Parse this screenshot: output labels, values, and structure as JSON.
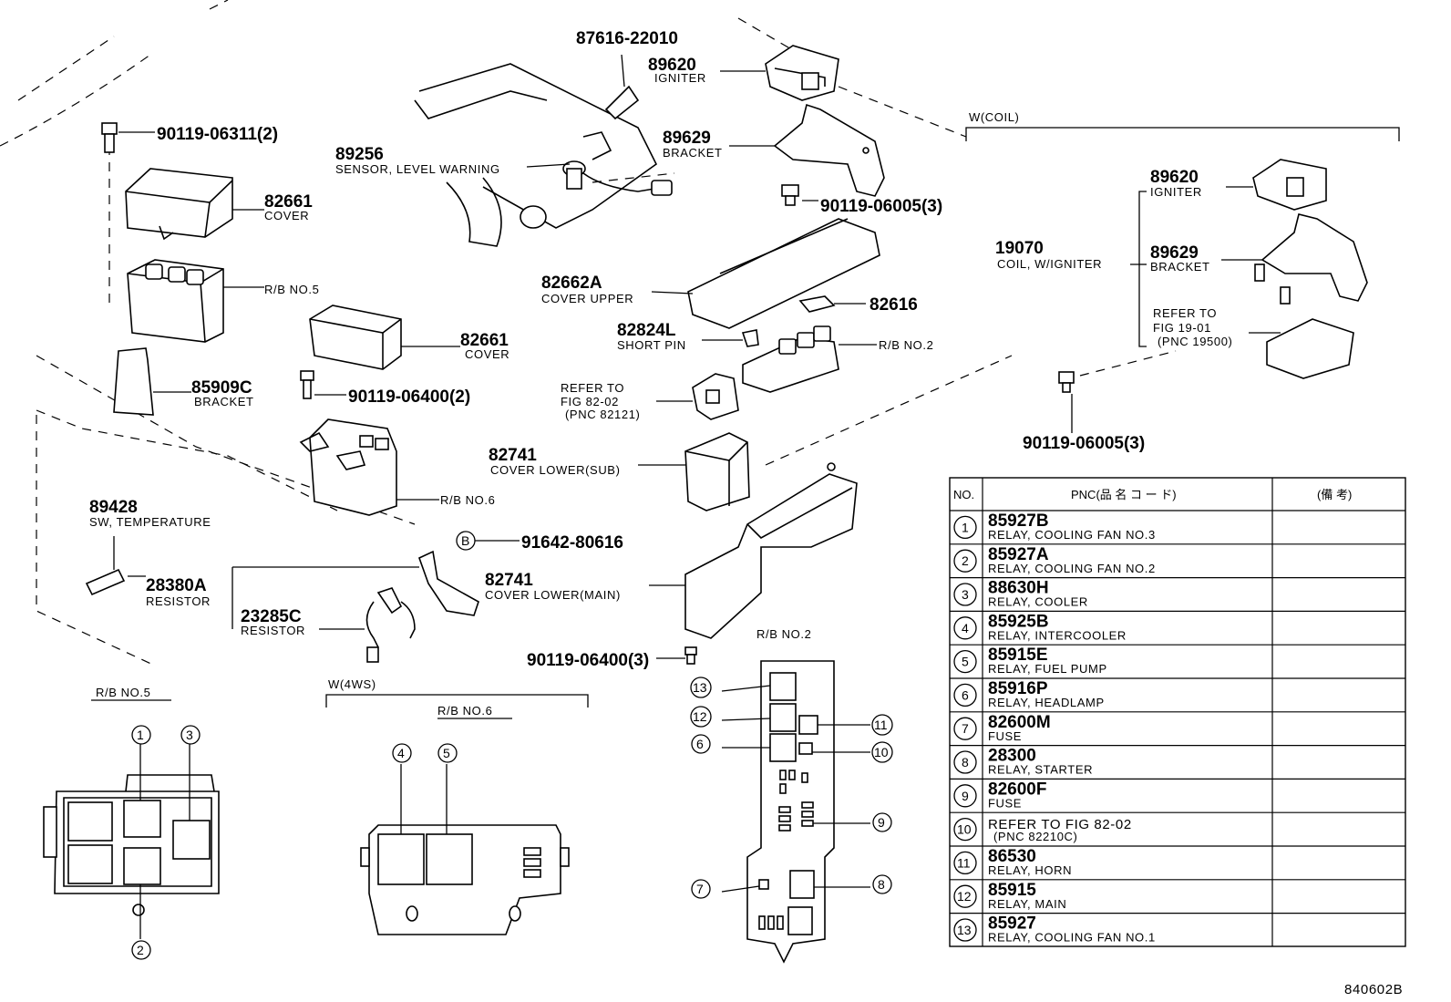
{
  "labels": {
    "p87616": "87616-22010",
    "p89620a": "89620",
    "p89620a_name": "IGNITER",
    "p89629a": "89629",
    "p89629a_name": "BRACKET",
    "p89256": "89256",
    "p89256_name": "SENSOR, LEVEL WARNING",
    "p90119_06311": "90119-06311(2)",
    "p82661a": "82661",
    "p82661a_name": "COVER",
    "rb5": "R/B NO.5",
    "p82661b": "82661",
    "p82661b_name": "COVER",
    "p90119_06400_2": "90119-06400(2)",
    "p85909c": "85909C",
    "p85909c_name": "BRACKET",
    "rb6": "R/B NO.6",
    "p89428": "89428",
    "p89428_name": "SW, TEMPERATURE",
    "p28380a": "28380A",
    "p28380a_name": "RESISTOR",
    "p23285c": "23285C",
    "p23285c_name": "RESISTOR",
    "p90119_06005_3a": "90119-06005(3)",
    "p82662a": "82662A",
    "p82662a_name": "COVER UPPER",
    "p82616": "82616",
    "p82824l": "82824L",
    "p82824l_name": "SHORT PIN",
    "rb2": "R/B NO.2",
    "refer1_l1": "REFER TO",
    "refer1_l2": "FIG 82-02",
    "refer1_l3": "(PNC 82121)",
    "p82741a": "82741",
    "p82741a_name": "COVER LOWER(SUB)",
    "b_mark": "B",
    "p91642": "91642-80616",
    "p82741b": "82741",
    "p82741b_name": "COVER LOWER(MAIN)",
    "p90119_06400_3": "90119-06400(3)",
    "wcoil": "W(COIL)",
    "p89620b": "89620",
    "p89620b_name": "IGNITER",
    "p19070": "19070",
    "p19070_name": "COIL, W/IGNITER",
    "p89629b": "89629",
    "p89629b_name": "BRACKET",
    "refer2_l1": "REFER TO",
    "refer2_l2": "FIG 19-01",
    "refer2_l3": "(PNC 19500)",
    "p90119_06005_3b": "90119-06005(3)",
    "w4ws": "W(4WS)",
    "detail_rb5": "R/B NO.5",
    "detail_rb6": "R/B NO.6",
    "detail_rb2": "R/B NO.2",
    "doc_id": "840602B"
  },
  "callouts": {
    "c1": "1",
    "c2": "2",
    "c3": "3",
    "c4": "4",
    "c5": "5",
    "c6": "6",
    "c7": "7",
    "c8": "8",
    "c9": "9",
    "c10": "10",
    "c11": "11",
    "c12": "12",
    "c13": "13"
  },
  "table": {
    "col_no": "NO.",
    "col_pnc": "PNC(品 名 コ ー ド)",
    "col_remark": "(備 考)",
    "rows": [
      {
        "no": "1",
        "pnc": "85927B",
        "name": "RELAY, COOLING FAN NO.3",
        "remark": ""
      },
      {
        "no": "2",
        "pnc": "85927A",
        "name": "RELAY, COOLING FAN NO.2",
        "remark": ""
      },
      {
        "no": "3",
        "pnc": "88630H",
        "name": "RELAY, COOLER",
        "remark": ""
      },
      {
        "no": "4",
        "pnc": "85925B",
        "name": "RELAY, INTERCOOLER",
        "remark": ""
      },
      {
        "no": "5",
        "pnc": "85915E",
        "name": "RELAY, FUEL PUMP",
        "remark": ""
      },
      {
        "no": "6",
        "pnc": "85916P",
        "name": "RELAY, HEADLAMP",
        "remark": ""
      },
      {
        "no": "7",
        "pnc": "82600M",
        "name": "FUSE",
        "remark": ""
      },
      {
        "no": "8",
        "pnc": "28300",
        "name": "RELAY, STARTER",
        "remark": ""
      },
      {
        "no": "9",
        "pnc": "82600F",
        "name": "FUSE",
        "remark": ""
      },
      {
        "no": "10",
        "pnc": "REFER TO FIG 82-02",
        "name": "(PNC 82210C)",
        "remark": ""
      },
      {
        "no": "11",
        "pnc": "86530",
        "name": "RELAY, HORN",
        "remark": ""
      },
      {
        "no": "12",
        "pnc": "85915",
        "name": "RELAY, MAIN",
        "remark": ""
      },
      {
        "no": "13",
        "pnc": "85927",
        "name": "RELAY, COOLING FAN NO.1",
        "remark": ""
      }
    ]
  }
}
